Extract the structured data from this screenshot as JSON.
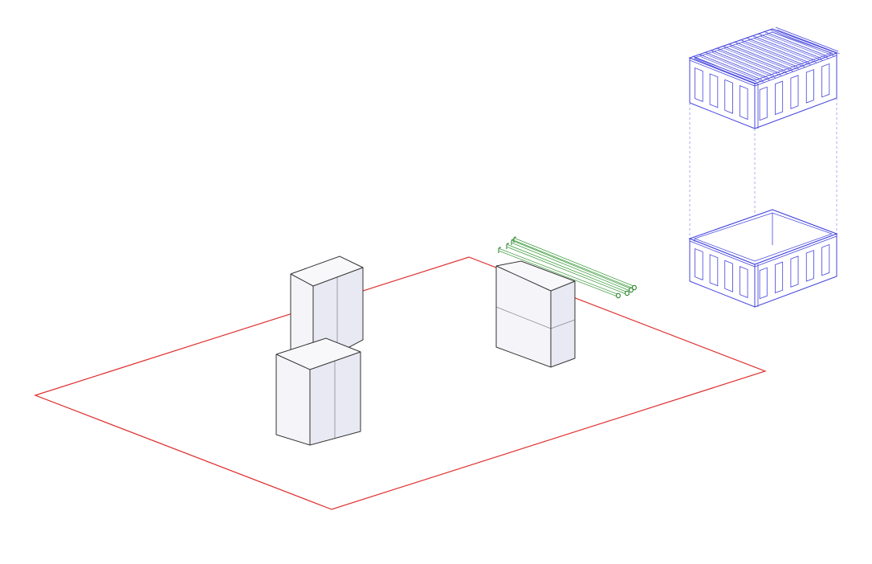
{
  "canvas": {
    "background": "#ffffff"
  },
  "site_boundary": {
    "stroke_color": "#e03030"
  },
  "boxes": {
    "face_top": "#f8f8fb",
    "face_left": "#f5f5f9",
    "face_right": "#e9e9f3",
    "edge_color": "#333333",
    "divider_color": "#8a8a98",
    "count": 3
  },
  "pipes": {
    "stroke_color": "#3a9a3a",
    "end_color": "#1a7a1a",
    "count": 4
  },
  "enclosure_module": {
    "stroke_color": "#4444dd",
    "guide_color": "#8888ee",
    "parts": [
      "roof",
      "base"
    ]
  }
}
